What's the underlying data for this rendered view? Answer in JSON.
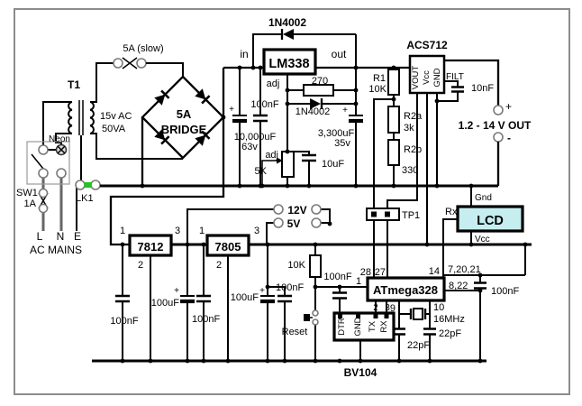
{
  "ac_input": {
    "fuse_main": "5A (slow)",
    "transformer": "T1",
    "secondary_voltage": "15v AC",
    "secondary_rating": "50VA",
    "neon": "Neon",
    "switch": "SW1",
    "fuse_line": "1A",
    "line": "L",
    "neutral": "N",
    "earth": "E",
    "mains": "AC MAINS",
    "earth_link": "LK1"
  },
  "rectifier": {
    "bridge_line1": "5A",
    "bridge_line2": "BRIDGE"
  },
  "regulator": {
    "name": "LM338",
    "pin_in": "in",
    "pin_out": "out",
    "pin_adj": "adj",
    "protection_diode": "1N4002",
    "adj_diode": "1N4002",
    "r_feedback": "270",
    "cap_in_small": "100nF",
    "cap_in_bulk": "10,000uF",
    "cap_in_bulk_voltage": "63v",
    "cap_in_plus": "+",
    "cap_out_bulk": "3,300uF",
    "cap_out_bulk_voltage": "35v",
    "cap_out_plus": "+",
    "pot_label": "adj",
    "pot_value": "5K",
    "cap_adj": "10uF"
  },
  "current_sensor": {
    "name": "ACS712",
    "pin_vout": "VOUT",
    "pin_vcc": "Vcc",
    "pin_gnd": "GND",
    "filter_pin": "FILT",
    "filter_cap": "10nF"
  },
  "output": {
    "plus": "+",
    "minus": "-",
    "label": "1.2 - 14 V OUT"
  },
  "divider": {
    "r1": "R1",
    "r1_value": "10K",
    "r2a": "R2a",
    "r2a_value": "3k",
    "r2b": "R2b",
    "r2b_value": "330",
    "testpoint": "TP1"
  },
  "rails": {
    "v12": "12V",
    "v5": "5V",
    "reg12": "7812",
    "reg12_pin1": "1",
    "reg12_pin2": "2",
    "reg12_pin3": "3",
    "reg5": "7805",
    "reg5_pin1": "1",
    "reg5_pin2": "2",
    "reg5_pin3": "3",
    "cap_reg12_100nF": "100nF",
    "cap_reg12_100uF": "100uF",
    "cap_reg12_100uF_plus": "+",
    "cap_reg12_100nF2": "100nF",
    "cap_reg5_100uF": "100uF",
    "cap_reg5_100uF_plus": "+",
    "cap_reg5_100nF": "100nF"
  },
  "mcu": {
    "name": "ATmega328",
    "pullup": "10K",
    "reset": "Reset",
    "reset_cap": "100nF",
    "pin1": "1",
    "pin28": "28",
    "pin27": "27",
    "pin14": "14",
    "pins_vcc": "7,20,21",
    "pins_gnd": "8,22",
    "decoupling_cap": "100nF",
    "pin2": "2",
    "pin3": "3",
    "pin9": "9",
    "pin10": "10",
    "crystal": "16MHz",
    "cap_xtal1": "22pF",
    "cap_xtal2": "22pF"
  },
  "serial": {
    "pin_dtr": "DTR",
    "pin_gnd": "GND",
    "pin_tx": "TX",
    "pin_rx": "RX"
  },
  "display": {
    "name": "LCD",
    "gnd": "Gnd",
    "vcc": "Vcc",
    "rx": "Rx"
  },
  "board": {
    "id": "BV104"
  },
  "colors": {
    "lcd_fill": "#c6eef0",
    "link_green": "#21c421",
    "wire": "#000000",
    "frame": "#8c8c8c"
  }
}
